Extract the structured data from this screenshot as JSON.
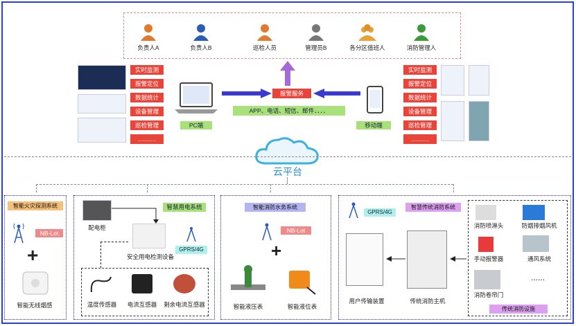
{
  "people": [
    {
      "label": "负责人A"
    },
    {
      "label": "负责人B"
    },
    {
      "label": "巡检人员"
    },
    {
      "label": "管理员B"
    },
    {
      "label": "各分区值班人"
    },
    {
      "label": "消防管理人"
    }
  ],
  "menu_left": [
    "实时监测",
    "报警定位",
    "数据统计",
    "设备管理",
    "巡检管理",
    "..........."
  ],
  "menu_right": [
    "实时监测",
    "报警定位",
    "数据统计",
    "设备管理",
    "巡检管理",
    "..........."
  ],
  "alarm_service": "报警服务",
  "channels": "APP、电话、短信、邮件．．．．",
  "pc_label": "PC端",
  "mobile_label": "移动端",
  "cloud_label": "云平台",
  "systems": {
    "fire_detect": {
      "title": "智能火灾探测系统",
      "nb": "NB-Lot",
      "device": "智能无线烟感"
    },
    "power": {
      "title": "智慧用电系统",
      "cabinet": "配电柜",
      "device": "安全用电检测设备",
      "gprs": "GPRS/4G",
      "sensors": [
        "温度传感器",
        "电流互感器",
        "剩余电流互感器"
      ]
    },
    "water": {
      "title": "智能消防水务系统",
      "nb": "NB-Lot",
      "devices": [
        "智能液压表",
        "智能液位表"
      ]
    },
    "traditional": {
      "title": "智慧传统消防系统",
      "gprs": "GPRS/4G",
      "transmit": "用户传输装置",
      "host": "传统消防主机",
      "items": [
        "消防喷淋头",
        "防烟排烟风机",
        "手动报警器",
        "通风系统",
        "消防卷帘门",
        "......"
      ],
      "footer": "传统消防设施"
    }
  }
}
